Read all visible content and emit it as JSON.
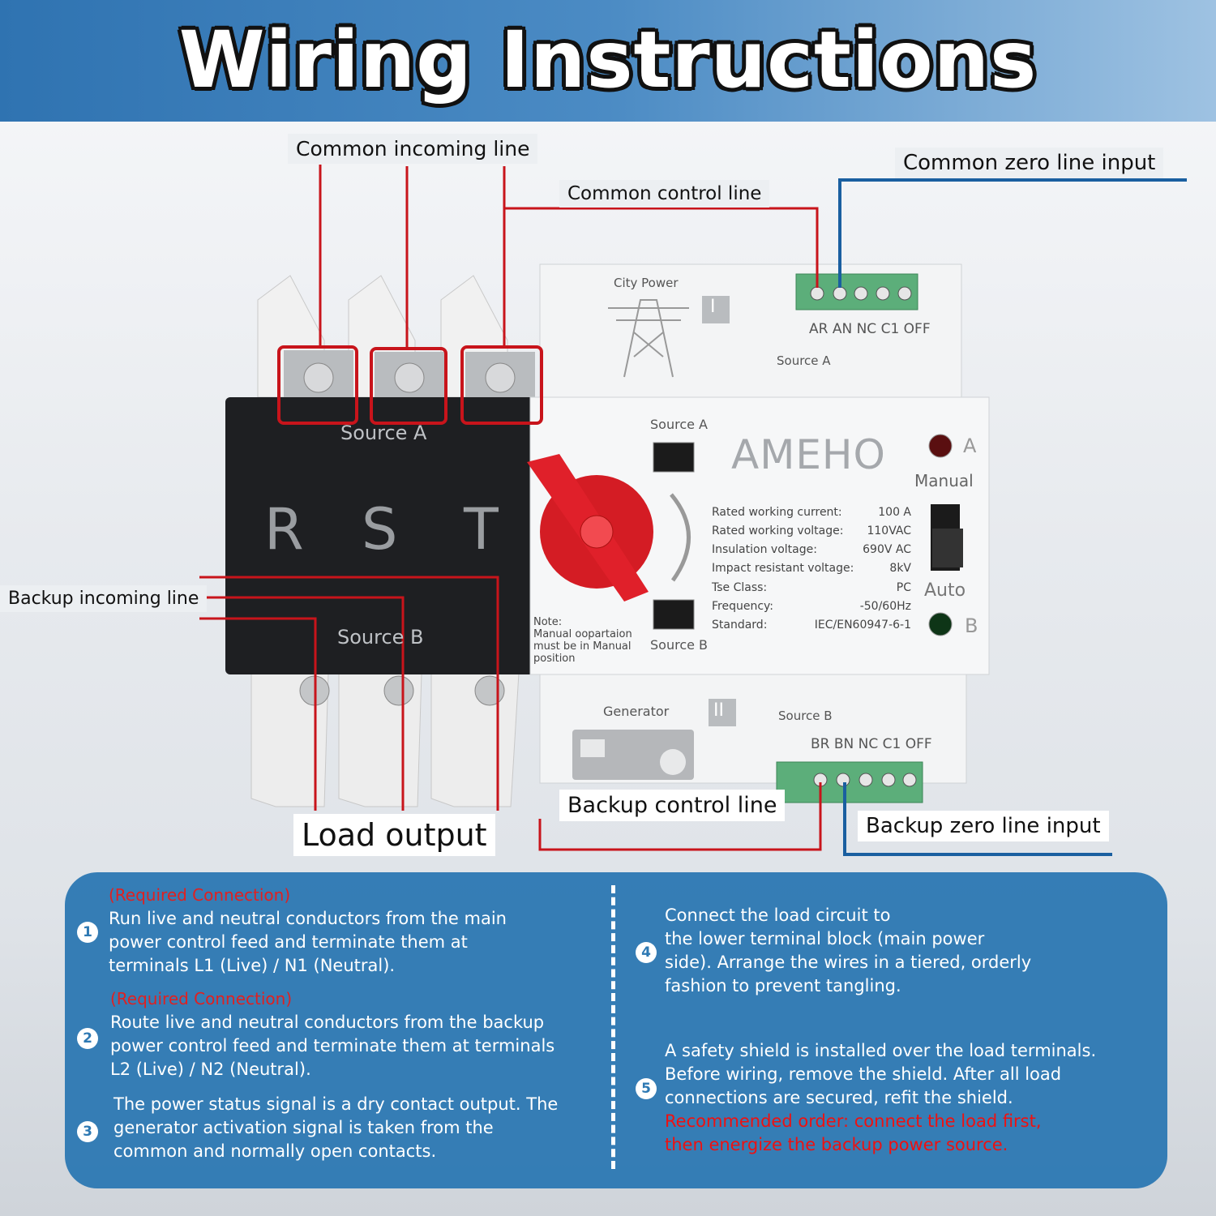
{
  "title": "Wiring Instructions",
  "callouts": {
    "common_incoming": "Common incoming line",
    "common_control": "Common control line",
    "common_zero": "Common zero line input",
    "backup_incoming": "Backup incoming line",
    "backup_control": "Backup control line",
    "backup_zero": "Backup zero line input",
    "load_output": "Load output"
  },
  "device": {
    "brand": "AMEHO",
    "cover_top": "Source A",
    "cover_bottom": "Source B",
    "phases": [
      "R",
      "S",
      "T"
    ],
    "city_power": "City Power",
    "roman_one": "I",
    "roman_two": "II",
    "generator": "Generator",
    "top_terminals": "AR AN NC C1 OFF",
    "top_source": "Source A",
    "bottom_terminals": "BR BN NC C1 OFF",
    "bottom_source": "Source B",
    "window_a": "Source A",
    "window_b": "Source B",
    "led_a": "A",
    "led_b": "B",
    "manual": "Manual",
    "auto": "Auto",
    "note": [
      "Note:",
      "Manual oopartaion",
      "must be in Manual",
      "position"
    ],
    "specs": [
      {
        "label": "Rated working current:",
        "value": "100 A"
      },
      {
        "label": "Rated working voltage:",
        "value": "110VAC"
      },
      {
        "label": "Insulation voltage:",
        "value": "690V AC"
      },
      {
        "label": "Impact resistant voltage:",
        "value": "8kV"
      },
      {
        "label": "Tse Class:",
        "value": "PC"
      },
      {
        "label": "Frequency:",
        "value": "-50/60Hz"
      },
      {
        "label": "Standard:",
        "value": "IEC/EN60947-6-1"
      }
    ]
  },
  "steps": [
    {
      "num": "1",
      "tag": "(Required Connection)",
      "lines": [
        "Run live and neutral conductors from the main",
        "power control feed and terminate them at",
        "terminals L1 (Live) / N1 (Neutral)."
      ]
    },
    {
      "num": "2",
      "tag": "(Required Connection)",
      "lines": [
        "Route live and neutral conductors from the backup",
        "power control feed and terminate them at terminals",
        "L2 (Live) / N2 (Neutral)."
      ]
    },
    {
      "num": "3",
      "tag": "",
      "lines": [
        "The power status signal is a dry contact output. The",
        "generator activation signal is taken from the",
        "common and normally open contacts."
      ]
    },
    {
      "num": "4",
      "tag": "",
      "lines": [
        "Connect the load circuit to",
        "the lower terminal block (main power",
        "side). Arrange the wires in a tiered, orderly",
        "fashion to prevent tangling."
      ]
    },
    {
      "num": "5",
      "tag": "",
      "lines": [
        "A safety shield is installed over the load terminals.",
        "Before wiring, remove the shield. After all load",
        "connections are secured, refit the shield."
      ],
      "red_lines": [
        "Recommended order: connect the load first,",
        "then energize the backup power source."
      ]
    }
  ],
  "colors": {
    "banner": "#3a7dba",
    "panel": "#2e79b3",
    "wire_red": "#c8141b",
    "wire_blue": "#1a5fa0",
    "knob": "#e0202a"
  }
}
